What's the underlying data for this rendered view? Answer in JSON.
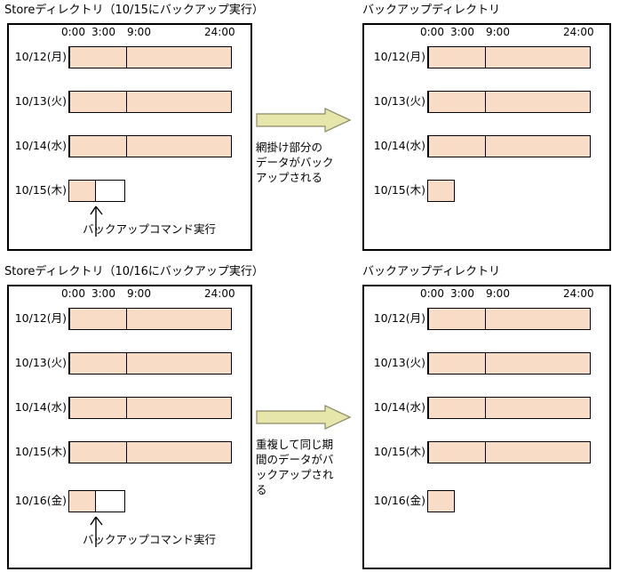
{
  "colors": {
    "bar_fill": "#f8dcc5",
    "bar_empty": "#ffffff",
    "bar_stroke": "#000000",
    "arrow_fill": "#e6e6aa",
    "arrow_stroke": "#808060",
    "panel_stroke": "#000000",
    "background": "#ffffff"
  },
  "axis": {
    "ticks": [
      "0:00",
      "3:00",
      "9:00",
      "24:00"
    ]
  },
  "sections": [
    {
      "id": "section-1015",
      "left_panel": {
        "title": "Storeディレクトリ（10/15にバックアップ実行）",
        "rows": [
          {
            "label": "10/12(月)",
            "kind": "full-split"
          },
          {
            "label": "10/13(火)",
            "kind": "full-split"
          },
          {
            "label": "10/14(水)",
            "kind": "full-split"
          },
          {
            "label": "10/15(木)",
            "kind": "partial"
          }
        ],
        "callout": "バックアップコマンド実行"
      },
      "right_panel": {
        "title": "バックアップディレクトリ",
        "rows": [
          {
            "label": "10/12(月)",
            "kind": "full-split"
          },
          {
            "label": "10/13(火)",
            "kind": "full-split"
          },
          {
            "label": "10/14(水)",
            "kind": "full-split"
          },
          {
            "label": "10/15(木)",
            "kind": "small"
          }
        ]
      },
      "note_lines": [
        "網掛け部分の",
        "データがバック",
        "アップされる"
      ]
    },
    {
      "id": "section-1016",
      "left_panel": {
        "title": "Storeディレクトリ（10/16にバックアップ実行）",
        "rows": [
          {
            "label": "10/12(月)",
            "kind": "full-split"
          },
          {
            "label": "10/13(火)",
            "kind": "full-split"
          },
          {
            "label": "10/14(水)",
            "kind": "full-split"
          },
          {
            "label": "10/15(木)",
            "kind": "full-split"
          },
          {
            "label": "10/16(金)",
            "kind": "partial"
          }
        ],
        "callout": "バックアップコマンド実行"
      },
      "right_panel": {
        "title": "バックアップディレクトリ",
        "rows": [
          {
            "label": "10/12(月)",
            "kind": "full-split"
          },
          {
            "label": "10/13(火)",
            "kind": "full-split"
          },
          {
            "label": "10/14(水)",
            "kind": "full-split"
          },
          {
            "label": "10/15(木)",
            "kind": "full-split"
          },
          {
            "label": "10/16(金)",
            "kind": "small"
          }
        ]
      },
      "note_lines": [
        "重複して同じ期",
        "間のデータがバ",
        "ックアップされ",
        "る"
      ]
    }
  ]
}
